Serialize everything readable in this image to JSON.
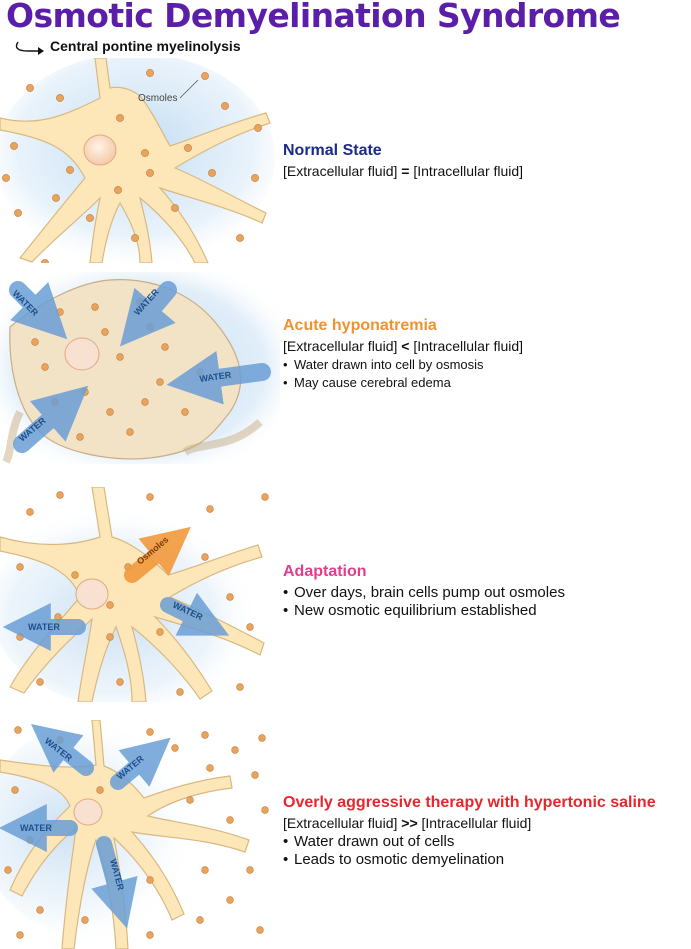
{
  "title": "Osmotic Demyelination Syndrome",
  "subtitle": "Central pontine myelinolysis",
  "colors": {
    "title": "#5b1ea8",
    "normal": "#1a2b8c",
    "acute": "#f2922e",
    "adaptation": "#e23d8c",
    "therapy": "#e8262b",
    "cell": "#fde7b8",
    "osmole": "#e8a35c",
    "arrow_blue": "#6a9fd6",
    "arrow_orange": "#f39a3c"
  },
  "panels": [
    {
      "id": "normal",
      "illustration_label": "Osmoles",
      "heading": "Normal State",
      "eq_left": "[Extracellular fluid] ",
      "eq_op": "=",
      "eq_right": " [Intracellular fluid]",
      "bullets": []
    },
    {
      "id": "acute",
      "arrow_labels": [
        "WATER",
        "WATER",
        "WATER",
        "WATER"
      ],
      "heading": "Acute hyponatremia",
      "eq_left": "[Extracellular fluid] ",
      "eq_op": "<",
      "eq_right": " [Intracellular fluid]",
      "bullets": [
        "Water drawn into cell by osmosis",
        "May cause cerebral edema"
      ]
    },
    {
      "id": "adaptation",
      "arrow_labels": [
        "Osmoles",
        "WATER",
        "WATER"
      ],
      "heading": "Adaptation",
      "bullets": [
        "Over days, brain cells pump out osmoles",
        "New osmotic equilibrium established"
      ]
    },
    {
      "id": "therapy",
      "arrow_labels": [
        "WATER",
        "WATER",
        "WATER",
        "WATER"
      ],
      "heading": "Overly aggressive therapy with hypertonic saline",
      "eq_left": "[Extracellular fluid] ",
      "eq_op": ">>",
      "eq_right": " [Intracellular fluid]",
      "bullets": [
        "Water drawn out of cells",
        "Leads to osmotic demyelination"
      ]
    }
  ]
}
